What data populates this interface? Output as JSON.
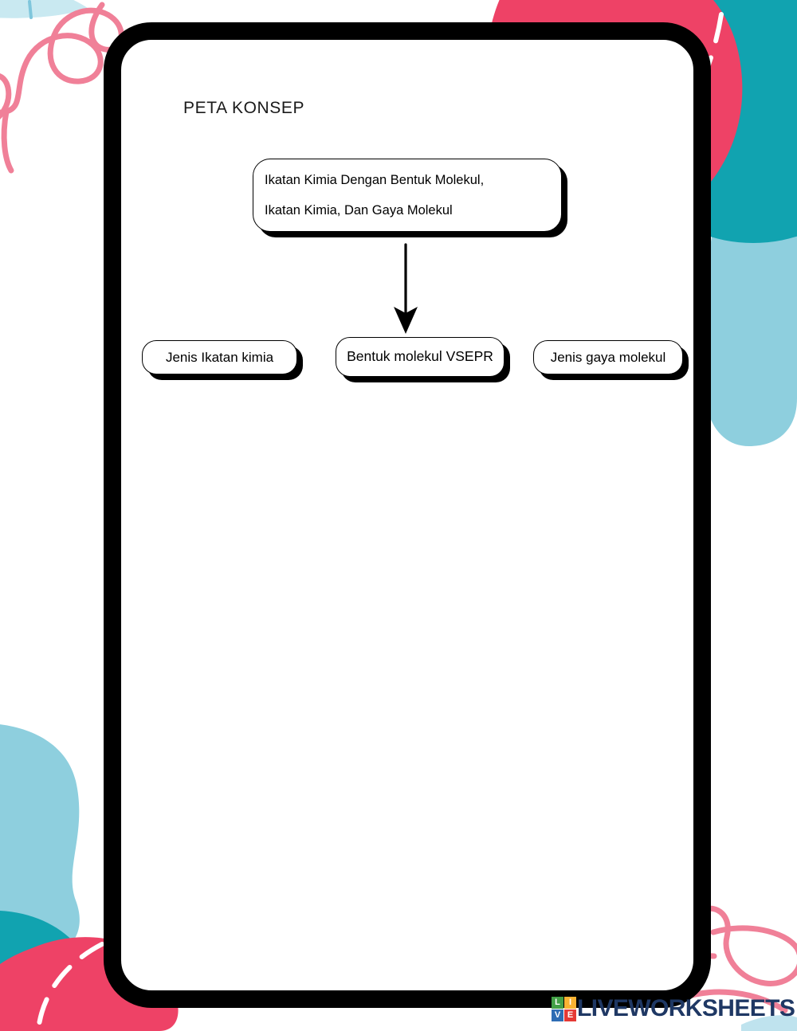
{
  "page": {
    "title": "PETA KONSEP"
  },
  "concept_map": {
    "root": {
      "text": "Ikatan  Kimia  Dengan  Bentuk  Molekul,\nIkatan Kimia, Dan Gaya Molekul"
    },
    "arrow": {
      "name": "down-arrow",
      "direction": "down"
    },
    "children": [
      {
        "label": "Jenis Ikatan kimia"
      },
      {
        "label": "Bentuk molekul VSEPR"
      },
      {
        "label": "Jenis gaya molekul"
      }
    ]
  },
  "branding": {
    "wordmark": "LIVEWORKSHEETS",
    "mark_letters": [
      "L",
      "I",
      "V",
      "E"
    ],
    "mark_colors": [
      "#43A047",
      "#F9B233",
      "#2E6DB4",
      "#E53935"
    ],
    "wordmark_color": "#1F3864"
  },
  "theme": {
    "frame_color": "#000000",
    "paper_color": "#FFFFFF",
    "pink": "#EE4266",
    "teal": "#11A3B0",
    "light_blue": "#8ECFDE",
    "squiggle_pink": "#F08098",
    "text_color": "#1A1A1A"
  }
}
